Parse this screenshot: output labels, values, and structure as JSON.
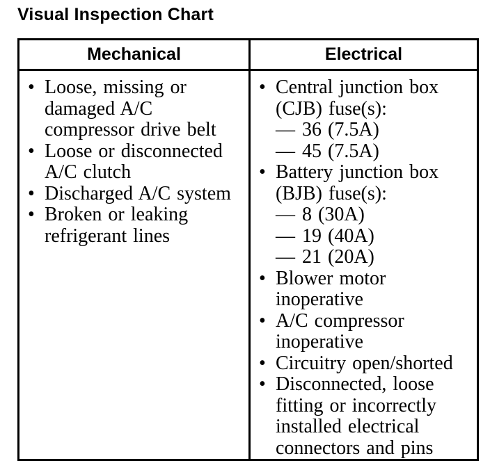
{
  "page": {
    "background_color": "#ffffff",
    "text_color": "#000000"
  },
  "title": "Visual Inspection Chart",
  "glyphs": {
    "bullet": "•",
    "dash": "—"
  },
  "table": {
    "columns": [
      {
        "header": "Mechanical",
        "items": [
          {
            "marker": "bullet",
            "lines": [
              "Loose, missing or",
              "damaged A/C",
              "compressor drive belt"
            ]
          },
          {
            "marker": "bullet",
            "lines": [
              "Loose or disconnected",
              "A/C clutch"
            ]
          },
          {
            "marker": "bullet",
            "lines": [
              "Discharged A/C system"
            ]
          },
          {
            "marker": "bullet",
            "lines": [
              "Broken or leaking",
              "refrigerant lines"
            ]
          }
        ]
      },
      {
        "header": "Electrical",
        "items": [
          {
            "marker": "bullet",
            "lines": [
              "Central junction box",
              "(CJB) fuse(s):"
            ]
          },
          {
            "marker": "dash",
            "lines": [
              "36 (7.5A)"
            ]
          },
          {
            "marker": "dash",
            "lines": [
              "45 (7.5A)"
            ]
          },
          {
            "marker": "bullet",
            "lines": [
              "Battery junction box",
              "(BJB) fuse(s):"
            ]
          },
          {
            "marker": "dash",
            "lines": [
              "8 (30A)"
            ]
          },
          {
            "marker": "dash",
            "lines": [
              "19 (40A)"
            ]
          },
          {
            "marker": "dash",
            "lines": [
              "21 (20A)"
            ]
          },
          {
            "marker": "bullet",
            "lines": [
              "Blower motor",
              "inoperative"
            ]
          },
          {
            "marker": "bullet",
            "lines": [
              "A/C compressor",
              "inoperative"
            ]
          },
          {
            "marker": "bullet",
            "lines": [
              "Circuitry open/shorted"
            ]
          },
          {
            "marker": "bullet",
            "lines": [
              "Disconnected, loose",
              "fitting or incorrectly",
              "installed electrical",
              "connectors and pins"
            ]
          }
        ]
      }
    ]
  }
}
